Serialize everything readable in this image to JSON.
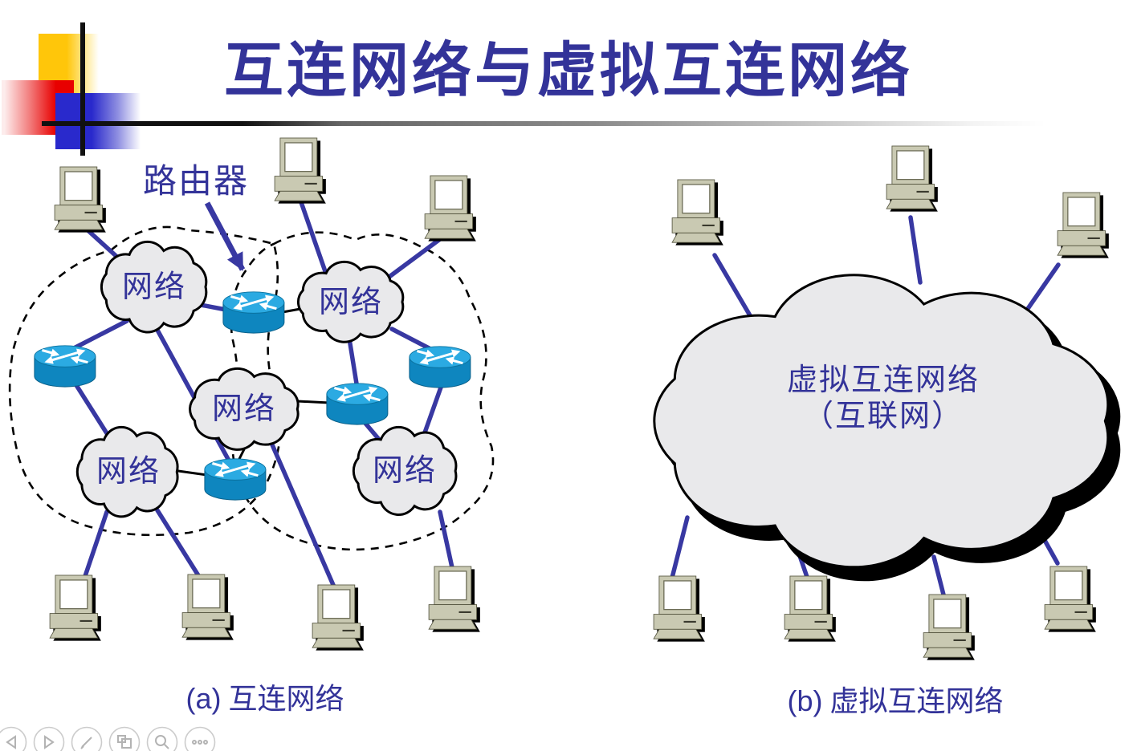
{
  "title": "互连网络与虚拟互连网络",
  "colors": {
    "accent_text": "#333399",
    "link_line": "#3838a2",
    "router_top": "#2baae2",
    "router_body": "#0e86bf",
    "cloud_fill": "#e9e9eb",
    "computer_body": "#c9c9b2",
    "decor_yellow": "#ffc60a",
    "decor_red": "#e80000",
    "decor_blue": "#2929cc"
  },
  "diagram_a": {
    "caption_prefix": "(a)",
    "caption_text": " 互连网络",
    "router_label": "路由器",
    "clouds": [
      {
        "label": "网络"
      },
      {
        "label": "网络"
      },
      {
        "label": "网络"
      },
      {
        "label": "网络"
      },
      {
        "label": "网络"
      }
    ]
  },
  "diagram_b": {
    "caption_prefix": "(b)",
    "caption_text": " 虚拟互连网络",
    "cloud_line1": "虚拟互连网络",
    "cloud_line2": "（互联网）"
  },
  "player_controls": {
    "items": [
      {
        "name": "previous-slide"
      },
      {
        "name": "next-slide"
      },
      {
        "name": "pen"
      },
      {
        "name": "slide-panel"
      },
      {
        "name": "zoom"
      },
      {
        "name": "more"
      }
    ]
  }
}
